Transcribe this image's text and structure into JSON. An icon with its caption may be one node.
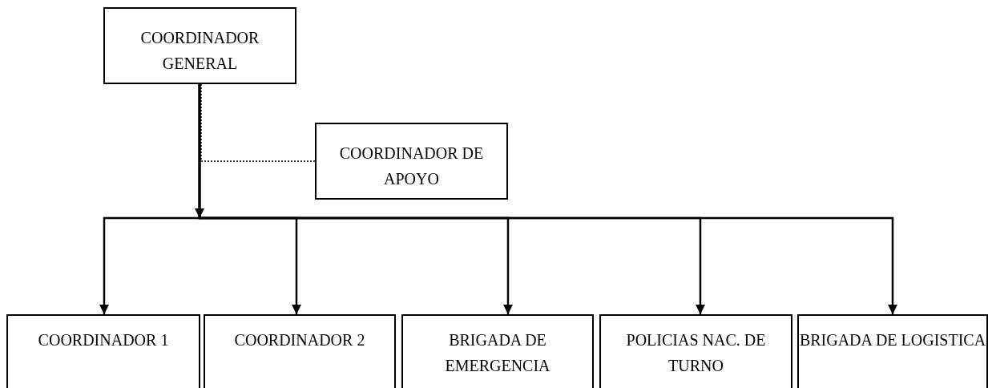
{
  "diagram": {
    "nodes": [
      {
        "text": [
          "COORDINADOR GENERAL"
        ]
      },
      {
        "text": [
          "COORDINADOR DE APOYO"
        ]
      },
      {
        "text": [
          "COORDINADOR 1"
        ]
      },
      {
        "text": [
          "COORDINADOR 2"
        ]
      },
      {
        "text": [
          "BRIGADA DE EMERGENCIA"
        ]
      },
      {
        "text": [
          "POLICIAS NAC. DE TURNO"
        ]
      },
      {
        "text": [
          "BRIGADA DE LOGISTICA"
        ]
      }
    ],
    "edges": [
      {
        "from": 1,
        "to": 0,
        "arrow": "none",
        "style": "dashed"
      },
      {
        "from": 0,
        "to": 2,
        "arrow": "to"
      },
      {
        "from": 0,
        "to": 3,
        "arrow": "to"
      },
      {
        "from": 0,
        "to": 4,
        "arrow": "to"
      },
      {
        "from": 0,
        "to": 5,
        "arrow": "to"
      },
      {
        "from": 0,
        "to": 6,
        "arrow": "to"
      }
    ]
  }
}
